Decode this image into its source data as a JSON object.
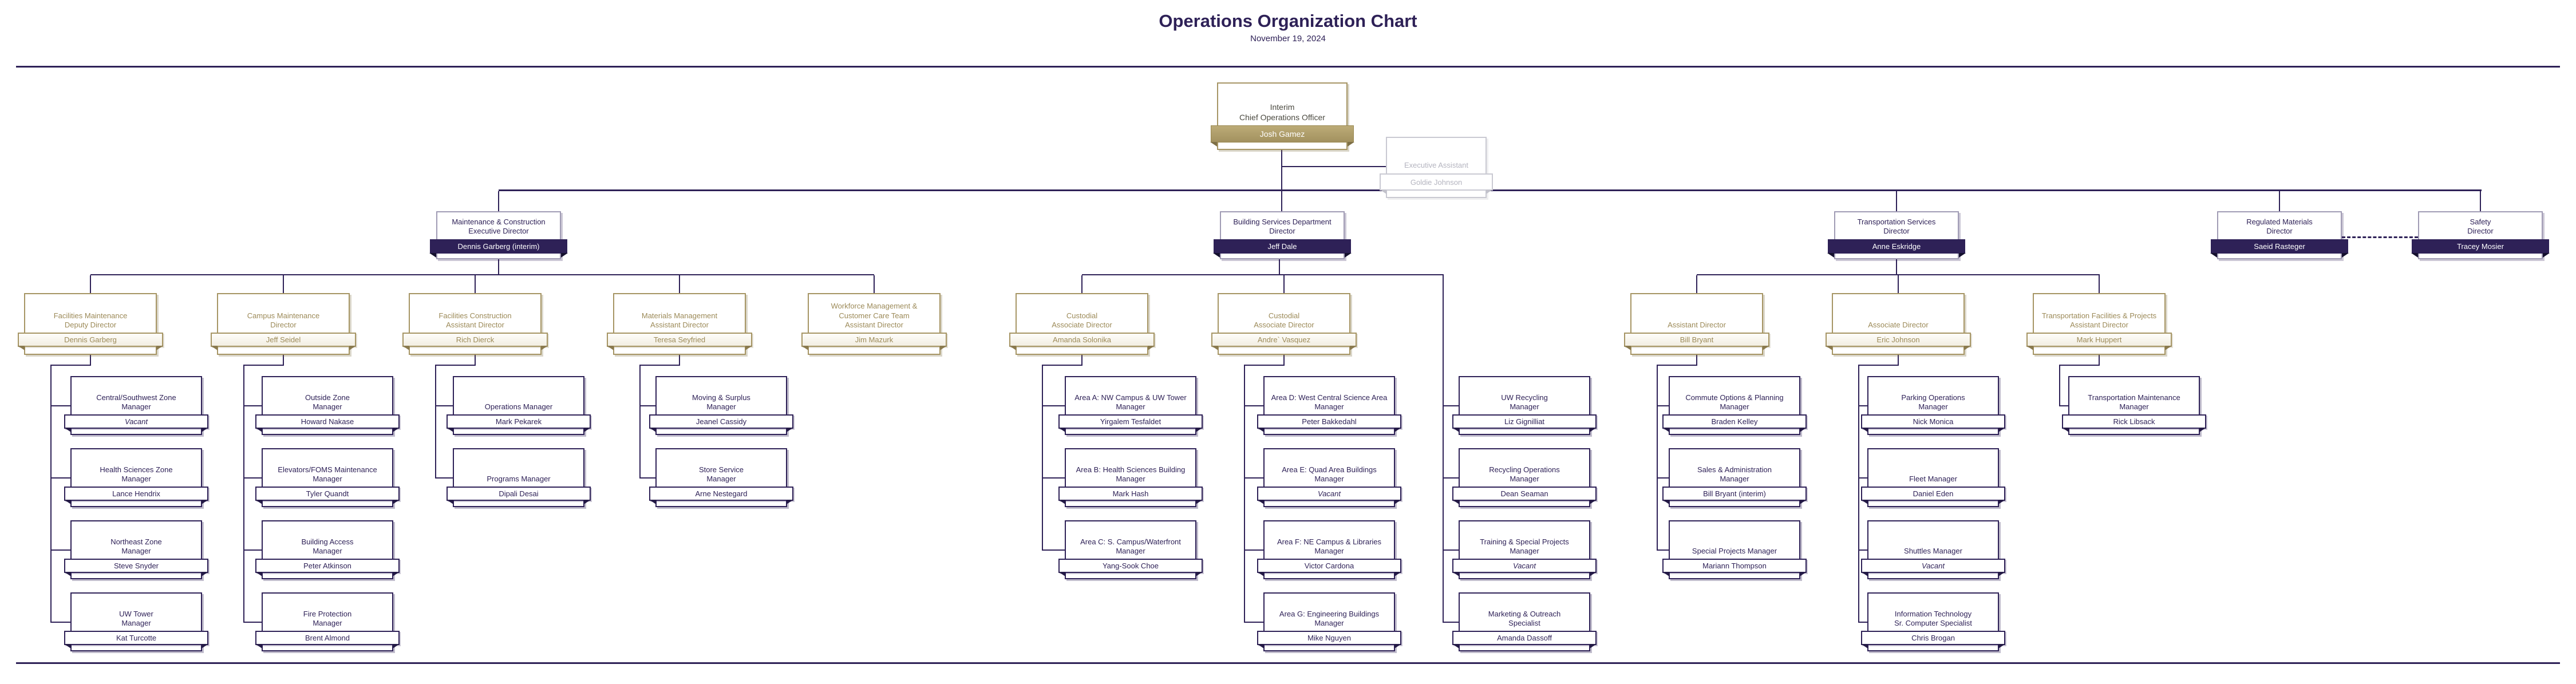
{
  "chart": {
    "title": "Operations Organization Chart",
    "date": "November 19, 2024",
    "accent_color": "#2e2157",
    "gold_color": "#a69564"
  },
  "boxes": {
    "coo": {
      "t": "Interim\nChief Operations Officer",
      "n": "Josh Gamez"
    },
    "ea": {
      "t": "Executive Assistant",
      "n": "Goldie Johnson"
    },
    "mc": {
      "t": "Maintenance & Construction\nExecutive Director",
      "n": "Dennis Garberg (interim)"
    },
    "bs": {
      "t": "Building Services Department\nDirector",
      "n": "Jeff Dale"
    },
    "ts": {
      "t": "Transportation Services\nDirector",
      "n": "Anne Eskridge"
    },
    "rm": {
      "t": "Regulated Materials\nDirector",
      "n": "Saeid Rasteger"
    },
    "sf": {
      "t": "Safety\nDirector",
      "n": "Tracey Mosier"
    },
    "fm": {
      "t": "Facilities Maintenance\nDeputy Director",
      "n": "Dennis Garberg"
    },
    "cm": {
      "t": "Campus Maintenance\nDirector",
      "n": "Jeff Seidel"
    },
    "fc": {
      "t": "Facilities Construction\nAssistant Director",
      "n": "Rich Dierck"
    },
    "mm": {
      "t": "Materials Management\nAssistant Director",
      "n": "Teresa Seyfried"
    },
    "wm": {
      "t": "Workforce Management &\nCustomer Care Team\nAssistant Director",
      "n": "Jim Mazurk"
    },
    "cu1": {
      "t": "Custodial\nAssociate Director",
      "n": "Amanda Solonika"
    },
    "cu2": {
      "t": "Custodial\nAssociate Director",
      "n": "Andre` Vasquez"
    },
    "ad": {
      "t": "Assistant Director",
      "n": "Bill Bryant"
    },
    "asd": {
      "t": "Associate Director",
      "n": "Eric Johnson"
    },
    "tfp": {
      "t": "Transportation Facilities & Projects\nAssistant Director",
      "n": "Mark Huppert"
    },
    "a1": {
      "t": "Central/Southwest Zone\nManager",
      "n": "Vacant"
    },
    "a2": {
      "t": "Health Sciences Zone\nManager",
      "n": "Lance Hendrix"
    },
    "a3": {
      "t": "Northeast Zone\nManager",
      "n": "Steve Snyder"
    },
    "a4": {
      "t": "UW Tower\nManager",
      "n": "Kat Turcotte"
    },
    "b1": {
      "t": "Outside Zone\nManager",
      "n": "Howard Nakase"
    },
    "b2": {
      "t": "Elevators/FOMS Maintenance\nManager",
      "n": "Tyler Quandt"
    },
    "b3": {
      "t": "Building Access\nManager",
      "n": "Peter Atkinson"
    },
    "b4": {
      "t": "Fire Protection\nManager",
      "n": "Brent Almond"
    },
    "c1": {
      "t": "Operations Manager",
      "n": "Mark Pekarek"
    },
    "c2": {
      "t": "Programs Manager",
      "n": "Dipali Desai"
    },
    "d1": {
      "t": "Moving & Surplus\nManager",
      "n": "Jeanel Cassidy"
    },
    "d2": {
      "t": "Store Service\nManager",
      "n": "Arne Nestegard"
    },
    "e1": {
      "t": "Area A: NW Campus & UW Tower\nManager",
      "n": "Yirgalem Tesfaldet"
    },
    "e2": {
      "t": "Area B: Health Sciences Building\nManager",
      "n": "Mark Hash"
    },
    "e3": {
      "t": "Area C: S. Campus/Waterfront\nManager",
      "n": "Yang-Sook Choe"
    },
    "f1": {
      "t": "Area D: West Central Science Area\nManager",
      "n": "Peter Bakkedahl"
    },
    "f2": {
      "t": "Area E: Quad Area Buildings\nManager",
      "n": "Vacant"
    },
    "f3": {
      "t": "Area F: NE Campus & Libraries\nManager",
      "n": "Victor Cardona"
    },
    "f4": {
      "t": "Area G: Engineering Buildings\nManager",
      "n": "Mike Nguyen"
    },
    "g1": {
      "t": "UW Recycling\nManager",
      "n": "Liz Gignilliat"
    },
    "g2": {
      "t": "Recycling Operations\nManager",
      "n": "Dean Seaman"
    },
    "g3": {
      "t": "Training & Special Projects\nManager",
      "n": "Vacant"
    },
    "g4": {
      "t": "Marketing & Outreach\nSpecialist",
      "n": "Amanda Dassoff"
    },
    "h1": {
      "t": "Commute Options & Planning\nManager",
      "n": "Braden Kelley"
    },
    "h2": {
      "t": "Sales & Administration\nManager",
      "n": "Bill Bryant (interim)"
    },
    "h3": {
      "t": "Special Projects Manager",
      "n": "Mariann Thompson"
    },
    "i1": {
      "t": "Parking Operations\nManager",
      "n": "Nick Monica"
    },
    "i2": {
      "t": "Fleet Manager",
      "n": "Daniel Eden"
    },
    "i3": {
      "t": "Shuttles Manager",
      "n": "Vacant"
    },
    "i4": {
      "t": "Information Technology\nSr. Computer Specialist",
      "n": "Chris Brogan"
    },
    "j1": {
      "t": "Transportation Maintenance\nManager",
      "n": "Rick Libsack"
    }
  }
}
